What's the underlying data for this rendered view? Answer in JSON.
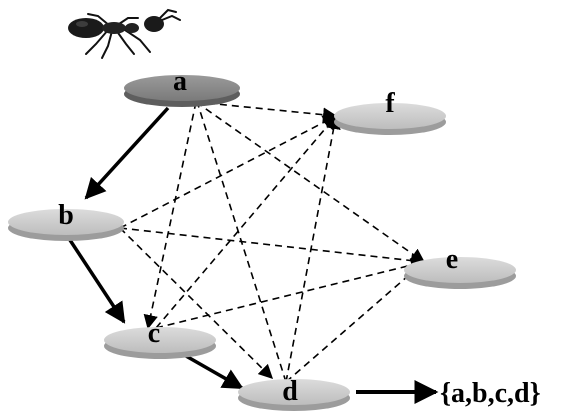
{
  "nodes": [
    {
      "id": "a",
      "label": "a"
    },
    {
      "id": "b",
      "label": "b"
    },
    {
      "id": "c",
      "label": "c"
    },
    {
      "id": "d",
      "label": "d"
    },
    {
      "id": "e",
      "label": "e"
    },
    {
      "id": "f",
      "label": "f"
    }
  ],
  "path_edges": [
    [
      "a",
      "b"
    ],
    [
      "b",
      "c"
    ],
    [
      "c",
      "d"
    ]
  ],
  "candidate_edges": [
    [
      "d",
      "a"
    ],
    [
      "a",
      "f"
    ],
    [
      "a",
      "e"
    ],
    [
      "a",
      "c"
    ],
    [
      "b",
      "f"
    ],
    [
      "b",
      "e"
    ],
    [
      "b",
      "d"
    ],
    [
      "c",
      "f"
    ],
    [
      "c",
      "e"
    ],
    [
      "d",
      "f"
    ],
    [
      "d",
      "e"
    ]
  ],
  "result": {
    "label": "{a,b,c,d}"
  },
  "icons": {
    "agent": "ant-icon"
  }
}
